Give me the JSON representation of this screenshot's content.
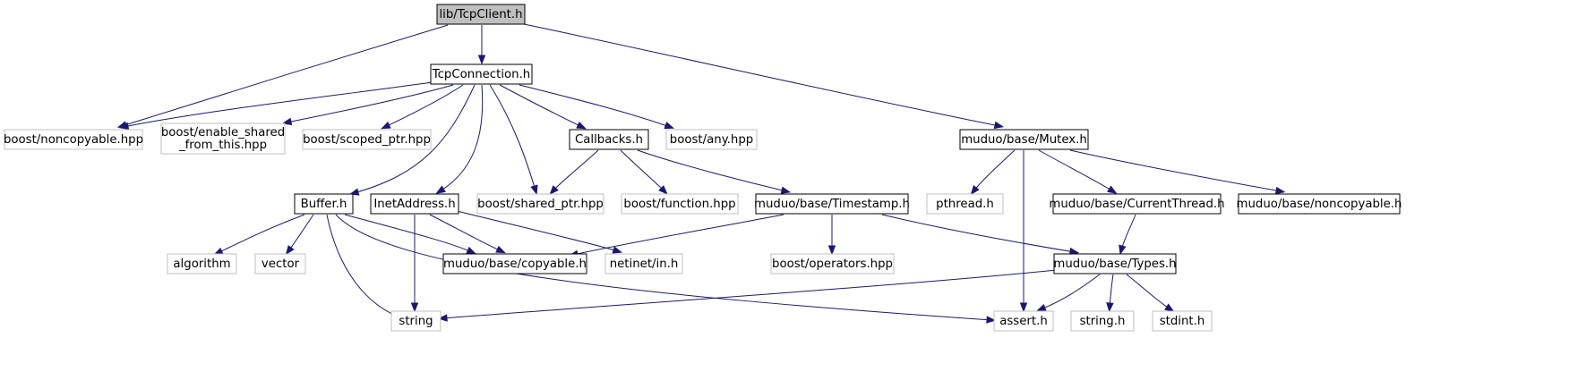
{
  "graph": {
    "colors": {
      "edge": "#191970",
      "root_fill": "#bfbfbf",
      "root_stroke": "#000000",
      "documented_stroke": "#000000",
      "external_stroke": "#bfbfbf",
      "node_fill": "#ffffff"
    },
    "nodes": [
      {
        "id": "tcpclient",
        "lines": [
          "lib/TcpClient.h"
        ],
        "kind": "root"
      },
      {
        "id": "tcpconnection",
        "lines": [
          "TcpConnection.h"
        ],
        "kind": "documented"
      },
      {
        "id": "noncopyable_hpp",
        "lines": [
          "boost/noncopyable.hpp"
        ],
        "kind": "external"
      },
      {
        "id": "enable_shared",
        "lines": [
          "boost/enable_shared",
          "_from_this.hpp"
        ],
        "kind": "external"
      },
      {
        "id": "scoped_ptr",
        "lines": [
          "boost/scoped_ptr.hpp"
        ],
        "kind": "external"
      },
      {
        "id": "callbacks",
        "lines": [
          "Callbacks.h"
        ],
        "kind": "documented"
      },
      {
        "id": "any_hpp",
        "lines": [
          "boost/any.hpp"
        ],
        "kind": "external"
      },
      {
        "id": "mutex",
        "lines": [
          "muduo/base/Mutex.h"
        ],
        "kind": "documented"
      },
      {
        "id": "buffer",
        "lines": [
          "Buffer.h"
        ],
        "kind": "documented"
      },
      {
        "id": "inetaddress",
        "lines": [
          "InetAddress.h"
        ],
        "kind": "documented"
      },
      {
        "id": "shared_ptr",
        "lines": [
          "boost/shared_ptr.hpp"
        ],
        "kind": "external"
      },
      {
        "id": "function_hpp",
        "lines": [
          "boost/function.hpp"
        ],
        "kind": "external"
      },
      {
        "id": "timestamp",
        "lines": [
          "muduo/base/Timestamp.h"
        ],
        "kind": "documented"
      },
      {
        "id": "pthread",
        "lines": [
          "pthread.h"
        ],
        "kind": "external"
      },
      {
        "id": "currentthread",
        "lines": [
          "muduo/base/CurrentThread.h"
        ],
        "kind": "documented"
      },
      {
        "id": "base_noncopyable",
        "lines": [
          "muduo/base/noncopyable.h"
        ],
        "kind": "documented"
      },
      {
        "id": "algorithm",
        "lines": [
          "algorithm"
        ],
        "kind": "external"
      },
      {
        "id": "vector",
        "lines": [
          "vector"
        ],
        "kind": "external"
      },
      {
        "id": "copyable",
        "lines": [
          "muduo/base/copyable.h"
        ],
        "kind": "documented"
      },
      {
        "id": "netinet_in",
        "lines": [
          "netinet/in.h"
        ],
        "kind": "external"
      },
      {
        "id": "operators_hpp",
        "lines": [
          "boost/operators.hpp"
        ],
        "kind": "external"
      },
      {
        "id": "types",
        "lines": [
          "muduo/base/Types.h"
        ],
        "kind": "documented"
      },
      {
        "id": "string",
        "lines": [
          "string"
        ],
        "kind": "external"
      },
      {
        "id": "assert_h",
        "lines": [
          "assert.h"
        ],
        "kind": "external"
      },
      {
        "id": "string_h",
        "lines": [
          "string.h"
        ],
        "kind": "external"
      },
      {
        "id": "stdint_h",
        "lines": [
          "stdint.h"
        ],
        "kind": "external"
      }
    ],
    "edges": [
      {
        "from": "tcpclient",
        "to": "noncopyable_hpp"
      },
      {
        "from": "tcpclient",
        "to": "tcpconnection"
      },
      {
        "from": "tcpclient",
        "to": "mutex"
      },
      {
        "from": "tcpconnection",
        "to": "noncopyable_hpp"
      },
      {
        "from": "tcpconnection",
        "to": "enable_shared"
      },
      {
        "from": "tcpconnection",
        "to": "scoped_ptr"
      },
      {
        "from": "tcpconnection",
        "to": "buffer"
      },
      {
        "from": "tcpconnection",
        "to": "inetaddress"
      },
      {
        "from": "tcpconnection",
        "to": "shared_ptr"
      },
      {
        "from": "tcpconnection",
        "to": "callbacks"
      },
      {
        "from": "tcpconnection",
        "to": "any_hpp"
      },
      {
        "from": "callbacks",
        "to": "shared_ptr"
      },
      {
        "from": "callbacks",
        "to": "function_hpp"
      },
      {
        "from": "callbacks",
        "to": "timestamp"
      },
      {
        "from": "mutex",
        "to": "pthread"
      },
      {
        "from": "mutex",
        "to": "assert_h"
      },
      {
        "from": "mutex",
        "to": "currentthread"
      },
      {
        "from": "mutex",
        "to": "base_noncopyable"
      },
      {
        "from": "buffer",
        "to": "algorithm"
      },
      {
        "from": "buffer",
        "to": "vector"
      },
      {
        "from": "buffer",
        "to": "copyable"
      },
      {
        "from": "buffer",
        "to": "string"
      },
      {
        "from": "buffer",
        "to": "assert_h"
      },
      {
        "from": "inetaddress",
        "to": "string"
      },
      {
        "from": "inetaddress",
        "to": "copyable"
      },
      {
        "from": "inetaddress",
        "to": "netinet_in"
      },
      {
        "from": "timestamp",
        "to": "copyable"
      },
      {
        "from": "timestamp",
        "to": "operators_hpp"
      },
      {
        "from": "timestamp",
        "to": "types"
      },
      {
        "from": "currentthread",
        "to": "types"
      },
      {
        "from": "types",
        "to": "string"
      },
      {
        "from": "types",
        "to": "assert_h"
      },
      {
        "from": "types",
        "to": "string_h"
      },
      {
        "from": "types",
        "to": "stdint_h"
      }
    ]
  }
}
